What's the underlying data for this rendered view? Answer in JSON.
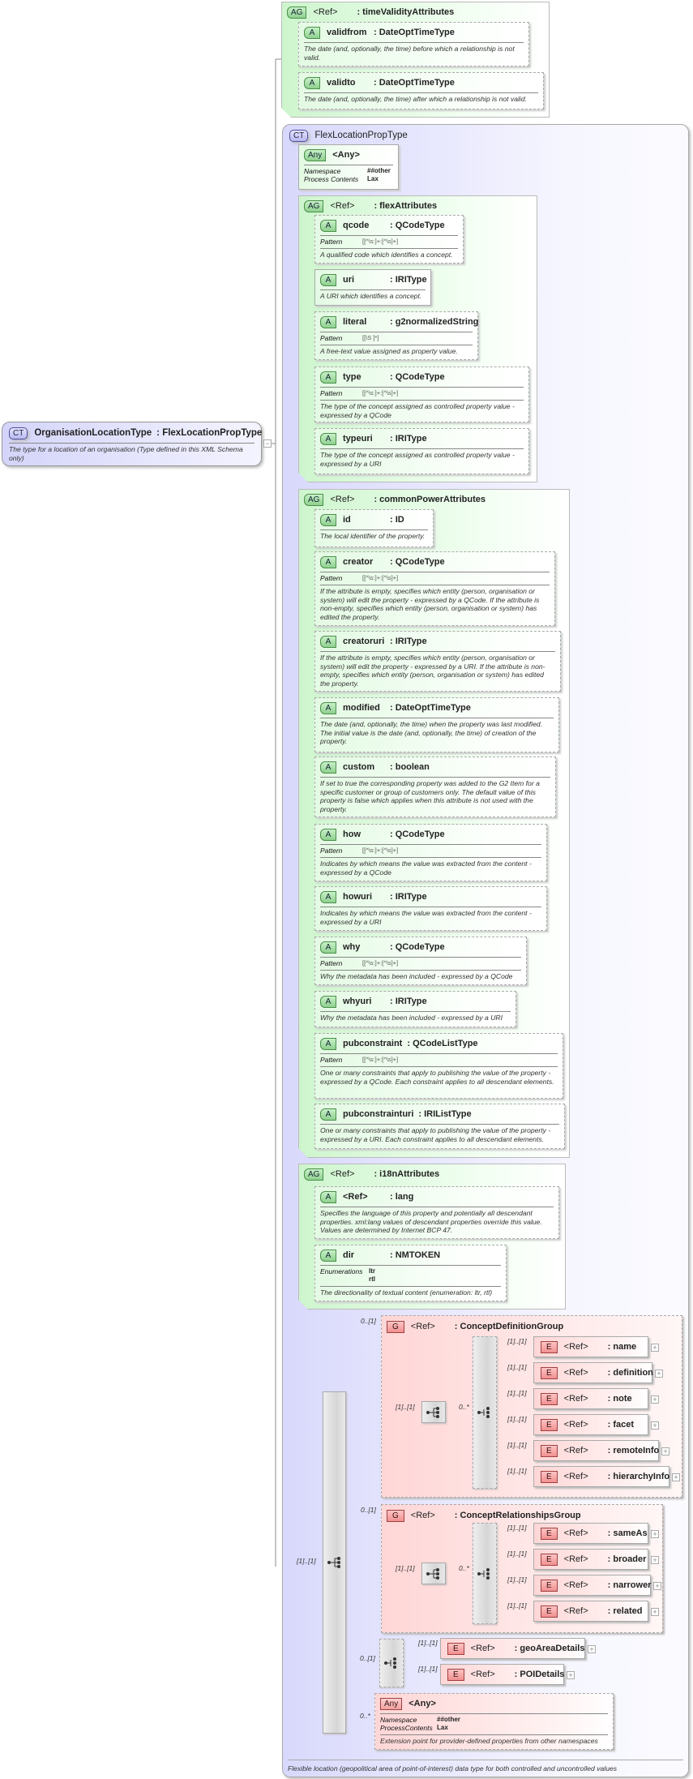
{
  "labels": {
    "pattern": "Pattern",
    "enumerations": "Enumerations"
  },
  "root": {
    "badge": "CT",
    "name": "OrganisationLocationType",
    "type": ": FlexLocationPropType",
    "doc": "The type for a location of an organisation (Type defined in this XML Schema only)"
  },
  "time_validity": {
    "badge": "AG",
    "ref": "<Ref>",
    "name": ": timeValidityAttributes",
    "attributes": [
      {
        "badge": "A",
        "name": "validfrom",
        "type": ": DateOptTimeType",
        "doc": "The date (and, optionally, the time) before which a relationship is not valid."
      },
      {
        "badge": "A",
        "name": "validto",
        "type": ": DateOptTimeType",
        "doc": "The date (and, optionally, the time) after which a relationship is not valid."
      }
    ]
  },
  "complex_type": {
    "badge": "CT",
    "name": "FlexLocationPropType",
    "doc": "Flexible location (geopolitical area of point-of-interest) data type for both controlled and uncontrolled values"
  },
  "any_attribute": {
    "badge": "Any",
    "name": "<Any>",
    "props": [
      {
        "label": "Namespace",
        "value": "##other"
      },
      {
        "label": "Process Contents",
        "value": "Lax"
      }
    ]
  },
  "flex_attributes": {
    "badge": "AG",
    "ref": "<Ref>",
    "name": ": flexAttributes",
    "attributes": [
      {
        "badge": "A",
        "name": "qcode",
        "type": ": QCodeType",
        "pattern": "[[^\\s:]+:[^\\s]+]",
        "doc": "A qualified code which identifies a concept."
      },
      {
        "badge": "A",
        "name": "uri",
        "type": ": IRIType",
        "doc": "A URI which identifies a concept."
      },
      {
        "badge": "A",
        "name": "literal",
        "type": ": g2normalizedString",
        "pattern": "[[\\S ]*]",
        "doc": "A free-text value assigned as property value."
      },
      {
        "badge": "A",
        "name": "type",
        "type": ": QCodeType",
        "pattern": "[[^\\s:]+:[^\\s]+]",
        "doc": "The type of the concept assigned as controlled property value - expressed by a QCode"
      },
      {
        "badge": "A",
        "name": "typeuri",
        "type": ": IRIType",
        "doc": "The type of the concept assigned as controlled property value - expressed by a URI"
      }
    ]
  },
  "common_power_attributes": {
    "badge": "AG",
    "ref": "<Ref>",
    "name": ": commonPowerAttributes",
    "attributes": [
      {
        "badge": "A",
        "name": "id",
        "type": ": ID",
        "doc": "The local identifier of the property."
      },
      {
        "badge": "A",
        "name": "creator",
        "type": ": QCodeType",
        "pattern": "[[^\\s:]+:[^\\s]+]",
        "doc": "If the attribute is empty, specifies which entity (person, organisation or system) will edit the property - expressed by a QCode. If the attribute is non-empty, specifies which entity (person, organisation or system) has edited the property."
      },
      {
        "badge": "A",
        "name": "creatoruri",
        "type": ": IRIType",
        "doc": "If the attribute is empty, specifies which entity (person, organisation or system) will edit the property - expressed by a URI. If the attribute is non-empty, specifies which entity (person, organisation or system) has edited the property."
      },
      {
        "badge": "A",
        "name": "modified",
        "type": ": DateOptTimeType",
        "doc": "The date (and, optionally, the time) when the property was last modified. The initial value is the date (and, optionally, the time) of creation of the property."
      },
      {
        "badge": "A",
        "name": "custom",
        "type": ": boolean",
        "doc": "If set to true the corresponding property was added to the G2 Item for a specific customer or group of customers only. The default value of this property is false which applies when this attribute is not used with the property."
      },
      {
        "badge": "A",
        "name": "how",
        "type": ": QCodeType",
        "pattern": "[[^\\s:]+:[^\\s]+]",
        "doc": "Indicates by which means the value was extracted from the content - expressed by a QCode"
      },
      {
        "badge": "A",
        "name": "howuri",
        "type": ": IRIType",
        "doc": "Indicates by which means the value was extracted from the content - expressed by a URI"
      },
      {
        "badge": "A",
        "name": "why",
        "type": ": QCodeType",
        "pattern": "[[^\\s:]+:[^\\s]+]",
        "doc": "Why the metadata has been included - expressed by a QCode"
      },
      {
        "badge": "A",
        "name": "whyuri",
        "type": ": IRIType",
        "doc": "Why the metadata has been included - expressed by a URI"
      },
      {
        "badge": "A",
        "name": "pubconstraint",
        "type": ": QCodeListType",
        "pattern": "[[^\\s:]+:[^\\s]+]",
        "doc": "One or many constraints that apply to publishing the value of the property - expressed by a QCode. Each constraint applies to all descendant elements."
      },
      {
        "badge": "A",
        "name": "pubconstrainturi",
        "type": ": IRIListType",
        "doc": "One or many constraints that apply to publishing the value of the property - expressed by a URI. Each constraint applies to all descendant elements."
      }
    ]
  },
  "i18n_attributes": {
    "badge": "AG",
    "ref": "<Ref>",
    "name": ": i18nAttributes",
    "attributes": [
      {
        "badge": "A",
        "name": "<Ref>",
        "type": ": lang",
        "doc": "Specifies the language of this property and potentially all descendant properties. xml:lang values of descendant properties override this value. Values are determined by Internet BCP 47."
      },
      {
        "badge": "A",
        "name": "dir",
        "type": ": NMTOKEN",
        "enumerations": [
          "ltr",
          "rtl"
        ],
        "doc": "The directionality of textual content (enumeration: ltr, rtl)"
      }
    ]
  },
  "main_sequence_occurs": "[1]..[1]",
  "concept_definition_group": {
    "badge": "G",
    "ref": "<Ref>",
    "name": ": ConceptDefinitionGroup",
    "occurs": "0..[1]",
    "sequence_occurs": "[1]..[1]",
    "choice_occurs": "0..*",
    "elements": [
      {
        "badge": "E",
        "ref": "<Ref>",
        "name": ": name",
        "occurs": "[1]..[1]"
      },
      {
        "badge": "E",
        "ref": "<Ref>",
        "name": ": definition",
        "occurs": "[1]..[1]"
      },
      {
        "badge": "E",
        "ref": "<Ref>",
        "name": ": note",
        "occurs": "[1]..[1]"
      },
      {
        "badge": "E",
        "ref": "<Ref>",
        "name": ": facet",
        "occurs": "[1]..[1]"
      },
      {
        "badge": "E",
        "ref": "<Ref>",
        "name": ": remoteInfo",
        "occurs": "[1]..[1]"
      },
      {
        "badge": "E",
        "ref": "<Ref>",
        "name": ": hierarchyInfo",
        "occurs": "[1]..[1]"
      }
    ]
  },
  "concept_relationships_group": {
    "badge": "G",
    "ref": "<Ref>",
    "name": ": ConceptRelationshipsGroup",
    "occurs": "0..[1]",
    "sequence_occurs": "[1]..[1]",
    "choice_occurs": "0..*",
    "elements": [
      {
        "badge": "E",
        "ref": "<Ref>",
        "name": ": sameAs",
        "occurs": "[1]..[1]"
      },
      {
        "badge": "E",
        "ref": "<Ref>",
        "name": ": broader",
        "occurs": "[1]..[1]"
      },
      {
        "badge": "E",
        "ref": "<Ref>",
        "name": ": narrower",
        "occurs": "[1]..[1]"
      },
      {
        "badge": "E",
        "ref": "<Ref>",
        "name": ": related",
        "occurs": "[1]..[1]"
      }
    ]
  },
  "location_choice": {
    "occurs": "0..[1]",
    "elements": [
      {
        "badge": "E",
        "ref": "<Ref>",
        "name": ": geoAreaDetails",
        "occurs": "[1]..[1]"
      },
      {
        "badge": "E",
        "ref": "<Ref>",
        "name": ": POIDetails",
        "occurs": "[1]..[1]"
      }
    ]
  },
  "any_element": {
    "occurs": "0..*",
    "badge": "Any",
    "name": "<Any>",
    "props": [
      {
        "label": "Namespace",
        "value": "##other"
      },
      {
        "label": "ProcessContents",
        "value": "Lax"
      }
    ],
    "doc": "Extension point for provider-defined properties from other namespaces"
  }
}
